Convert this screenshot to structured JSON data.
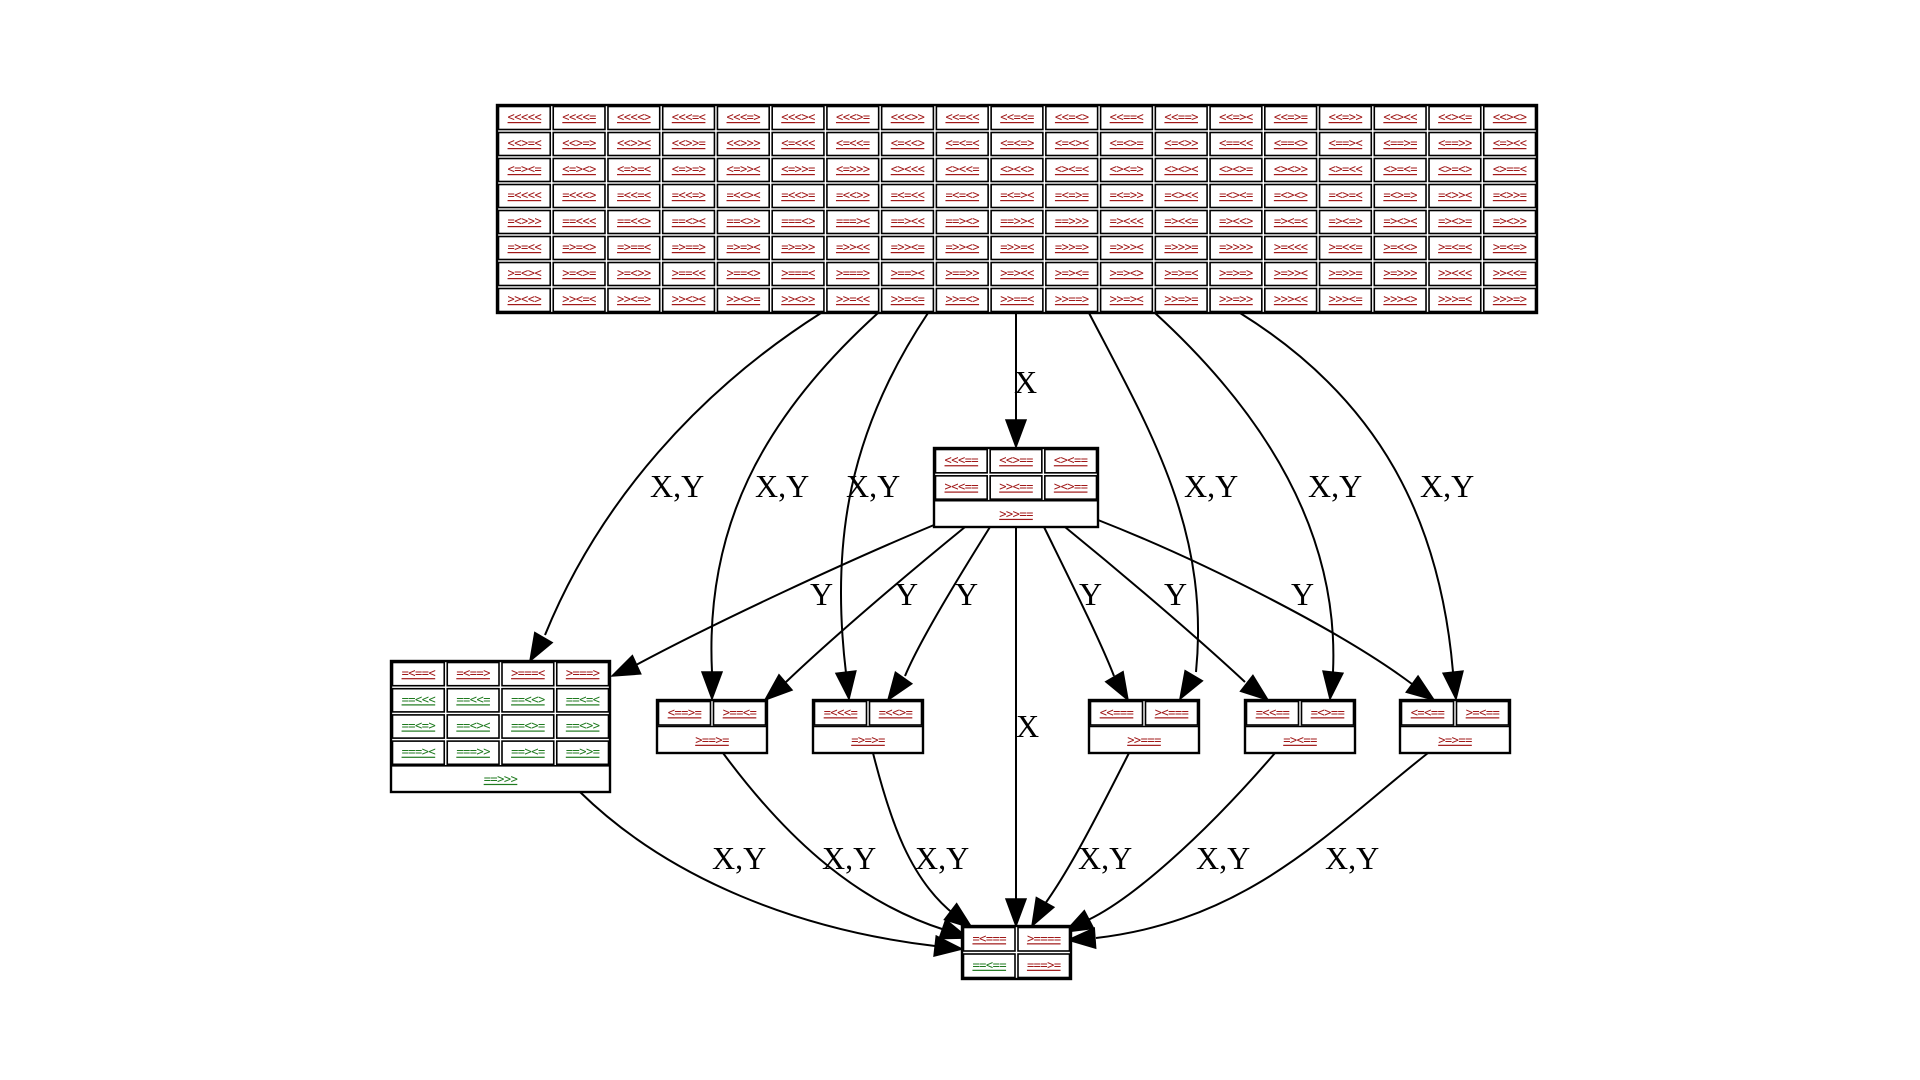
{
  "colors": {
    "red": "#a01818",
    "green": "#1f7a1f",
    "line": "#000000"
  },
  "nodes": {
    "top": {
      "rows": [
        [
          "<<<<<",
          "<<<<=",
          "<<<<>",
          "<<<=<",
          "<<<=>",
          "<<<><",
          "<<<>=",
          "<<<>>",
          "<<=<<",
          "<<=<=",
          "<<=<>",
          "<<==<",
          "<<==>",
          "<<=><",
          "<<=>=",
          "<<=>>",
          "<<><<",
          "<<><=",
          "<<><>"
        ],
        [
          "<<>=<",
          "<<>=>",
          "<<>><",
          "<<>>=",
          "<<>>>",
          "<=<<<",
          "<=<<=",
          "<=<<>",
          "<=<=<",
          "<=<=>",
          "<=<><",
          "<=<>=",
          "<=<>>",
          "<==<<",
          "<==<>",
          "<==><",
          "<==>=",
          "<==>>",
          "<=><<"
        ],
        [
          "<=><=",
          "<=><>",
          "<=>=<",
          "<=>=>",
          "<=>><",
          "<=>>=",
          "<=>>>",
          "<><<<",
          "<><<=",
          "<><<>",
          "<><=<",
          "<><=>",
          "<><><",
          "<><>=",
          "<><>>",
          "<>=<<",
          "<>=<=",
          "<>=<>",
          "<>==<"
        ],
        [
          "=<<<<",
          "=<<<>",
          "=<<=<",
          "=<<=>",
          "=<<><",
          "=<<>=",
          "=<<>>",
          "=<=<<",
          "=<=<>",
          "=<=><",
          "=<=>=",
          "=<=>>",
          "=<><<",
          "=<><=",
          "=<><>",
          "=<>=<",
          "=<>=>",
          "=<>><",
          "=<>>="
        ],
        [
          "=<>>>",
          "==<<<",
          "==<<>",
          "==<><",
          "==<>>",
          "===<>",
          "===><",
          "==><<",
          "==><>",
          "==>><",
          "==>>>",
          "=><<<",
          "=><<=",
          "=><<>",
          "=><=<",
          "=><=>",
          "=><><",
          "=><>=",
          "=><>>"
        ],
        [
          "=>=<<",
          "=>=<>",
          "=>==<",
          "=>==>",
          "=>=><",
          "=>=>>",
          "=>><<",
          "=>><=",
          "=>><>",
          "=>>=<",
          "=>>=>",
          "=>>><",
          "=>>>=",
          "=>>>>",
          ">=<<<",
          ">=<<=",
          ">=<<>",
          ">=<=<",
          ">=<=>"
        ],
        [
          ">=<><",
          ">=<>=",
          ">=<>>",
          ">==<<",
          ">==<>",
          ">===<",
          ">===>",
          ">==><",
          ">==>>",
          ">=><<",
          ">=><=",
          ">=><>",
          ">=>=<",
          ">=>=>",
          ">=>><",
          ">=>>=",
          ">=>>>",
          ">><<<",
          ">><<="
        ],
        [
          ">><<>",
          ">><=<",
          ">><=>",
          ">><><",
          ">><>=",
          ">><>>",
          ">>=<<",
          ">>=<=",
          ">>=<>",
          ">>==<",
          ">>==>",
          ">>=><",
          ">>=>=",
          ">>=>>",
          ">>><<",
          ">>><=",
          ">>><>",
          ">>>=<",
          ">>>=>"
        ]
      ]
    },
    "mid": {
      "rows": [
        [
          "<<<==",
          "<<>==",
          "<><=="
        ],
        [
          "><<==",
          ">><==",
          "><>=="
        ]
      ],
      "footer": ">>>=="
    },
    "left": {
      "rows": [
        [
          "=<==<",
          "=<==>",
          ">===<",
          ">===>"
        ],
        [
          "==<<<",
          "==<<=",
          "==<<>",
          "==<=<"
        ],
        [
          "==<=>",
          "==<><",
          "==<>=",
          "==<>>"
        ],
        [
          "===><",
          "===>>",
          "==><=",
          "==>>="
        ]
      ],
      "footer": "==>>>",
      "row_colors": [
        "red",
        "green",
        "green",
        "green"
      ]
    },
    "b1": {
      "rows": [
        [
          "<==>=",
          ">==<="
        ]
      ],
      "footer": ">==>="
    },
    "b2": {
      "rows": [
        [
          "=<<<=",
          "=<<>="
        ]
      ],
      "footer": "=>=>="
    },
    "b3": {
      "rows": [
        [
          "<<===",
          "><==="
        ]
      ],
      "footer": ">>==="
    },
    "b4": {
      "rows": [
        [
          "=<<==",
          "=<>=="
        ]
      ],
      "footer": "=><=="
    },
    "b5": {
      "rows": [
        [
          "<=<==",
          ">=<=="
        ]
      ],
      "footer": ">=>=="
    },
    "sink": {
      "rows": [
        [
          "=<===",
          ">===="
        ],
        [
          "==<==",
          "===>="
        ]
      ]
    }
  },
  "edge_labels": {
    "top_mid": "X",
    "top_left": "X,Y",
    "top_b1": "X,Y",
    "top_b2": "X,Y",
    "top_b3": "X,Y",
    "top_b4": "X,Y",
    "top_b5": "X,Y",
    "mid_left": "Y",
    "mid_b1": "Y",
    "mid_b2": "Y",
    "mid_b3": "Y",
    "mid_b4": "Y",
    "mid_b5": "Y",
    "mid_sink": "X",
    "left_sink": "X,Y",
    "b1_sink": "X,Y",
    "b2_sink": "X,Y",
    "b3_sink": "X,Y",
    "b4_sink": "X,Y",
    "b5_sink": "X,Y"
  }
}
